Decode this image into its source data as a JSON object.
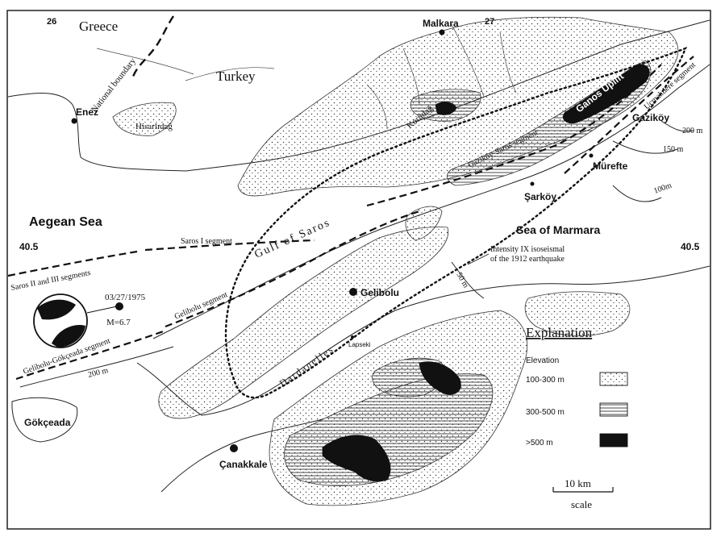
{
  "grid": {
    "lon_26": "26",
    "lon_27": "27",
    "lat_left": "40.5",
    "lat_right": "40.5"
  },
  "regions": {
    "greece": "Greece",
    "turkey": "Turkey",
    "national_boundary": "National boundary",
    "aegean": "Aegean Sea",
    "marmara": "Sea of Marmara",
    "gulf_saros": "Gulf of Saros",
    "dardanelles": "Dardanelles",
    "ganos_uplift": "Ganos Uplift",
    "koru_dag": "Korudağ",
    "hisarlidag": "Hisarlıdağ"
  },
  "towns": {
    "malkara": "Malkara",
    "enez": "Enez",
    "gazikoy": "Gaziköy",
    "murefte": "Mürefte",
    "sarkoy": "Şarköy",
    "gelibolu": "Gelibolu",
    "lapseki": "Lapseki",
    "gokceada": "Gökçeada",
    "canakkale": "Çanakkale"
  },
  "faults": {
    "ucmakdere": "Uçmakdere segment",
    "gazikoy_saros": "Gaziköy-Saros segment",
    "saros_1": "Saros I segment",
    "saros_2_3": "Saros II and III segments",
    "gelibolu_seg": "Gelibolu segment",
    "gelibolu_gokceada": "Gelibolu-Gökçeada segment",
    "isoseismal_1": "Intensity IX isoseismal",
    "isoseismal_2": "of the 1912 earthquake"
  },
  "depths": {
    "d200_ne": "200 m",
    "d150": "150 m",
    "d100": "100m",
    "d50": "50 m",
    "d200_sw": "200 m"
  },
  "quake": {
    "date": "03/27/1975",
    "magnitude": "M=6.7"
  },
  "legend": {
    "title": "Explanation",
    "subtitle": "Elevation",
    "items": [
      {
        "label": "100-300 m",
        "fill": "stipple"
      },
      {
        "label": "300-500 m",
        "fill": "hatch"
      },
      {
        "label": ">500 m",
        "fill": "black"
      }
    ]
  },
  "scale": {
    "length_label": "10  km",
    "caption": "scale"
  }
}
